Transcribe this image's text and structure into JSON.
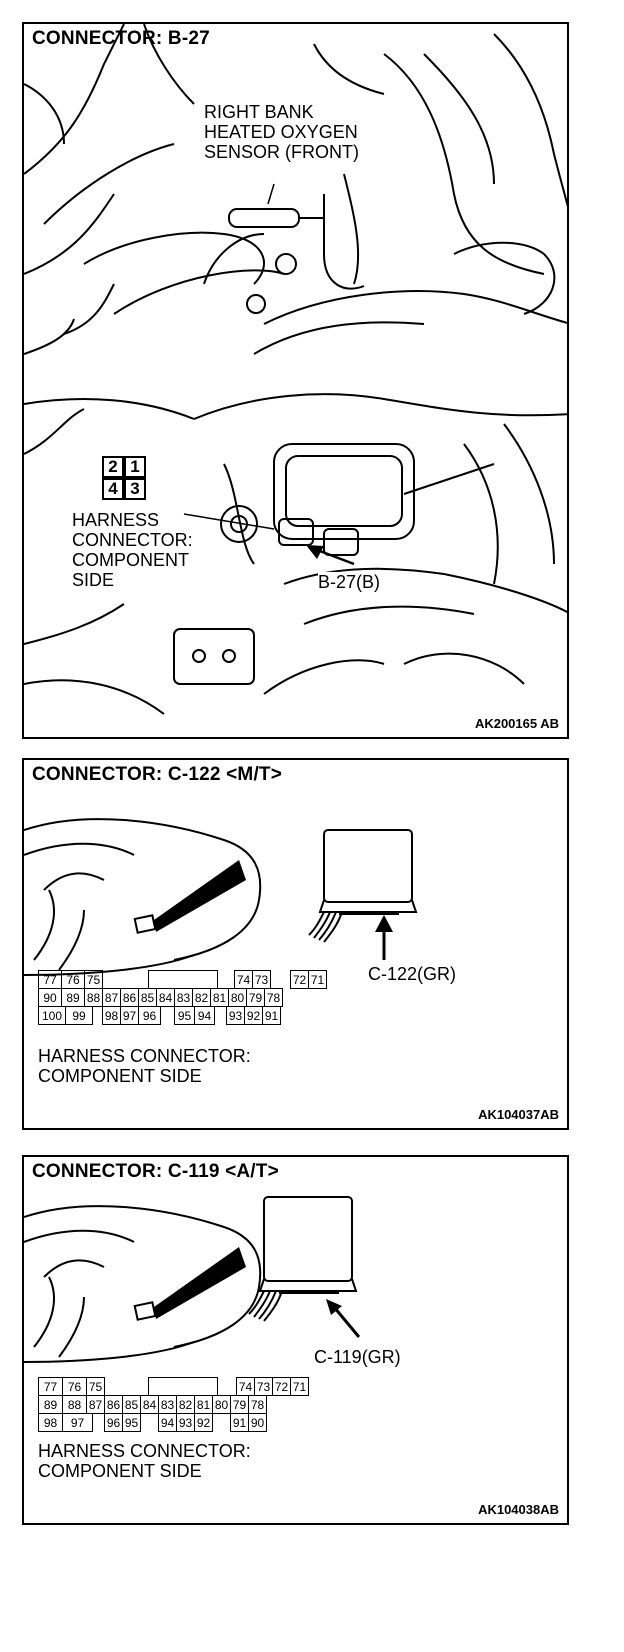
{
  "panel1": {
    "title": "CONNECTOR: B-27",
    "sensor_label_line1": "RIGHT BANK",
    "sensor_label_line2": "HEATED OXYGEN",
    "sensor_label_line3": "SENSOR (FRONT)",
    "pins": [
      "2",
      "1",
      "4",
      "3"
    ],
    "harness_line1": "HARNESS",
    "harness_line2": "CONNECTOR:",
    "harness_line3": "COMPONENT",
    "harness_line4": "SIDE",
    "callout": "B-27(B)",
    "code": "AK200165 AB"
  },
  "panel2": {
    "title": "CONNECTOR: C-122 <M/T>",
    "callout": "C-122(GR)",
    "harness_line1": "HARNESS CONNECTOR:",
    "harness_line2": "COMPONENT SIDE",
    "code": "AK104037AB",
    "row1": [
      "77",
      "76",
      "75",
      "",
      "74",
      "73",
      "",
      "72",
      "71"
    ],
    "row2": [
      "90",
      "89",
      "88",
      "87",
      "86",
      "85",
      "84",
      "83",
      "82",
      "81",
      "80",
      "79",
      "78"
    ],
    "row3": [
      "100",
      "99",
      "",
      "98",
      "97",
      "96",
      "",
      "95",
      "94",
      "",
      "93",
      "92",
      "91"
    ]
  },
  "panel3": {
    "title": "CONNECTOR: C-119 <A/T>",
    "callout": "C-119(GR)",
    "harness_line1": "HARNESS CONNECTOR:",
    "harness_line2": "COMPONENT SIDE",
    "code": "AK104038AB",
    "row1": [
      "77",
      "76",
      "75",
      "",
      "74",
      "73",
      "72",
      "71"
    ],
    "row2": [
      "89",
      "88",
      "87",
      "86",
      "85",
      "84",
      "83",
      "82",
      "81",
      "80",
      "79",
      "78"
    ],
    "row3": [
      "98",
      "97",
      "",
      "96",
      "95",
      "",
      "94",
      "93",
      "92",
      "",
      "91",
      "90"
    ]
  }
}
